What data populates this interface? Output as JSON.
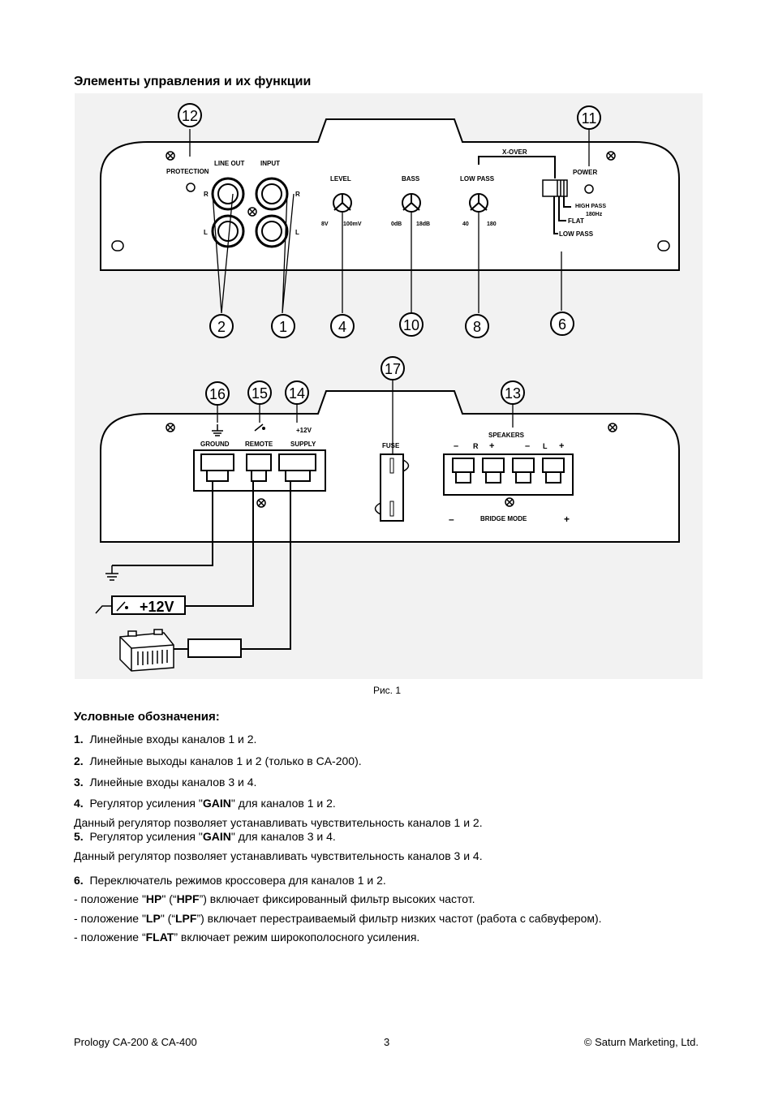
{
  "heading": "Элементы управления и их функции",
  "figure": {
    "caption": "Рис. 1",
    "callouts": [
      "12",
      "11",
      "2",
      "1",
      "4",
      "10",
      "8",
      "6",
      "17",
      "16",
      "15",
      "14",
      "13"
    ],
    "top_panel": {
      "protection": "PROTECTION",
      "line_out": "LINE OUT",
      "input": "INPUT",
      "r": "R",
      "l": "L",
      "level": "LEVEL",
      "level_min": "8V",
      "level_max": "100mV",
      "bass": "BASS",
      "bass_min": "0dB",
      "bass_max": "18dB",
      "low_pass": "LOW PASS",
      "lp_min": "40",
      "lp_max": "180",
      "x_over": "X-OVER",
      "power": "POWER",
      "high_pass": "HIGH PASS",
      "hz": "180Hz",
      "flat": "FLAT",
      "low_pass_sw": "LOW PASS"
    },
    "bottom_panel": {
      "ground": "GROUND",
      "remote": "REMOTE",
      "supply": "SUPPLY",
      "plus12": "+12V",
      "fuse": "FUSE",
      "speakers": "SPEAKERS",
      "minus": "–",
      "plus": "+",
      "r": "R",
      "l": "L",
      "bridge_mode": "BRIDGE MODE",
      "remote_12v": "+12V"
    }
  },
  "legend": {
    "title": "Условные обозначения:",
    "items": [
      {
        "num": "1.",
        "text": "Линейные входы каналов 1 и 2."
      },
      {
        "num": "2.",
        "text": "Линейные выходы каналов 1 и 2 (только в CA-200)."
      },
      {
        "num": "3.",
        "text": "Линейные входы каналов 3 и 4."
      },
      {
        "num": "4.",
        "pre": "Регулятор усиления \"",
        "bold": "GAIN",
        "post": "\" для каналов 1 и 2."
      },
      {
        "text": "Данный регулятор позволяет устанавливать чувствительность каналов 1 и 2."
      },
      {
        "num": "5.",
        "pre": "Регулятор усиления \"",
        "bold": "GAIN",
        "post": "\" для каналов 3 и 4."
      },
      {
        "text": "Данный регулятор позволяет устанавливать чувствительность каналов 3 и 4."
      },
      {
        "num": "6.",
        "text": "Переключатель режимов кроссовера для каналов 1 и 2."
      },
      {
        "pre": "- положение \"",
        "bold": "HP",
        "mid": "\" (“",
        "bold2": "HPF",
        "post": "”) включает фиксированный фильтр высоких частот."
      },
      {
        "pre": "- положение \"",
        "bold": "LP",
        "mid": "\" (“",
        "bold2": "LPF",
        "post": "”) включает перестраиваемый фильтр низких частот (работа с сабвуфером)."
      },
      {
        "pre": "- положение “",
        "bold": "FLAT",
        "post": "” включает режим широкополосного усиления."
      }
    ]
  },
  "footer": {
    "left": "Prology CA-200 & CA-400",
    "center": "3",
    "right": "© Saturn Marketing, Ltd."
  }
}
